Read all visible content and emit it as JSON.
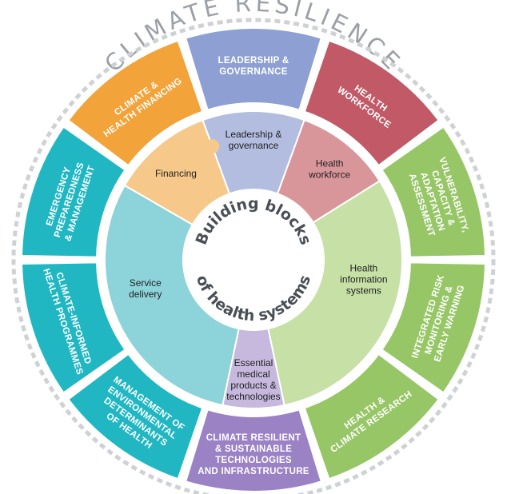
{
  "title": "CLIMATE RESILIENCE",
  "center": {
    "line1": "Building blocks",
    "line2": "of health systems"
  },
  "outer_ring": [
    {
      "lines": [
        "LEADERSHIP &",
        "GOVERNANCE"
      ],
      "color": "#8e9fd3"
    },
    {
      "lines": [
        "HEALTH",
        "WORKFORCE"
      ],
      "color": "#c15a66"
    },
    {
      "lines": [
        "VULNERABILITY,",
        "CAPACITY &",
        "ADAPTATION",
        "ASSESSMENT"
      ],
      "color": "#97c667"
    },
    {
      "lines": [
        "INTEGRATED RISK",
        "MONITORING &",
        "EARLY WARNING"
      ],
      "color": "#97c667"
    },
    {
      "lines": [
        "HEALTH &",
        "CLIMATE RESEARCH"
      ],
      "color": "#97c667"
    },
    {
      "lines": [
        "CLIMATE RESILIENT",
        "& SUSTAINABLE",
        "TECHNOLOGIES",
        "AND INFRASTRUCTURE"
      ],
      "color": "#9a82c4"
    },
    {
      "lines": [
        "MANAGEMENT OF",
        "ENVIRONMENTAL",
        "DETERMINANTS",
        "OF HEALTH"
      ],
      "color": "#20b7c3"
    },
    {
      "lines": [
        "CLIMATE-INFORMED",
        "HEALTH PROGRAMMES"
      ],
      "color": "#20b7c3"
    },
    {
      "lines": [
        "EMERGENCY",
        "PREPAREDNESS",
        "& MANAGEMENT"
      ],
      "color": "#20b7c3"
    },
    {
      "lines": [
        "CLIMATE &",
        "HEALTH FINANCING"
      ],
      "color": "#f2a33a"
    }
  ],
  "inner_ring": [
    {
      "lines": [
        "Leadership &",
        "governance"
      ],
      "color": "#b3bde0"
    },
    {
      "lines": [
        "Health",
        "workforce"
      ],
      "color": "#d9969a"
    },
    {
      "lines": [
        "Health",
        "information",
        "systems"
      ],
      "color": "#c6e0a6"
    },
    {
      "lines": [
        "Essential",
        "medical",
        "products &",
        "technologies"
      ],
      "color": "#c7b9de"
    },
    {
      "lines": [
        "Service",
        "delivery"
      ],
      "color": "#8dd3da"
    },
    {
      "lines": [
        "Financing"
      ],
      "color": "#f6c98a"
    }
  ]
}
